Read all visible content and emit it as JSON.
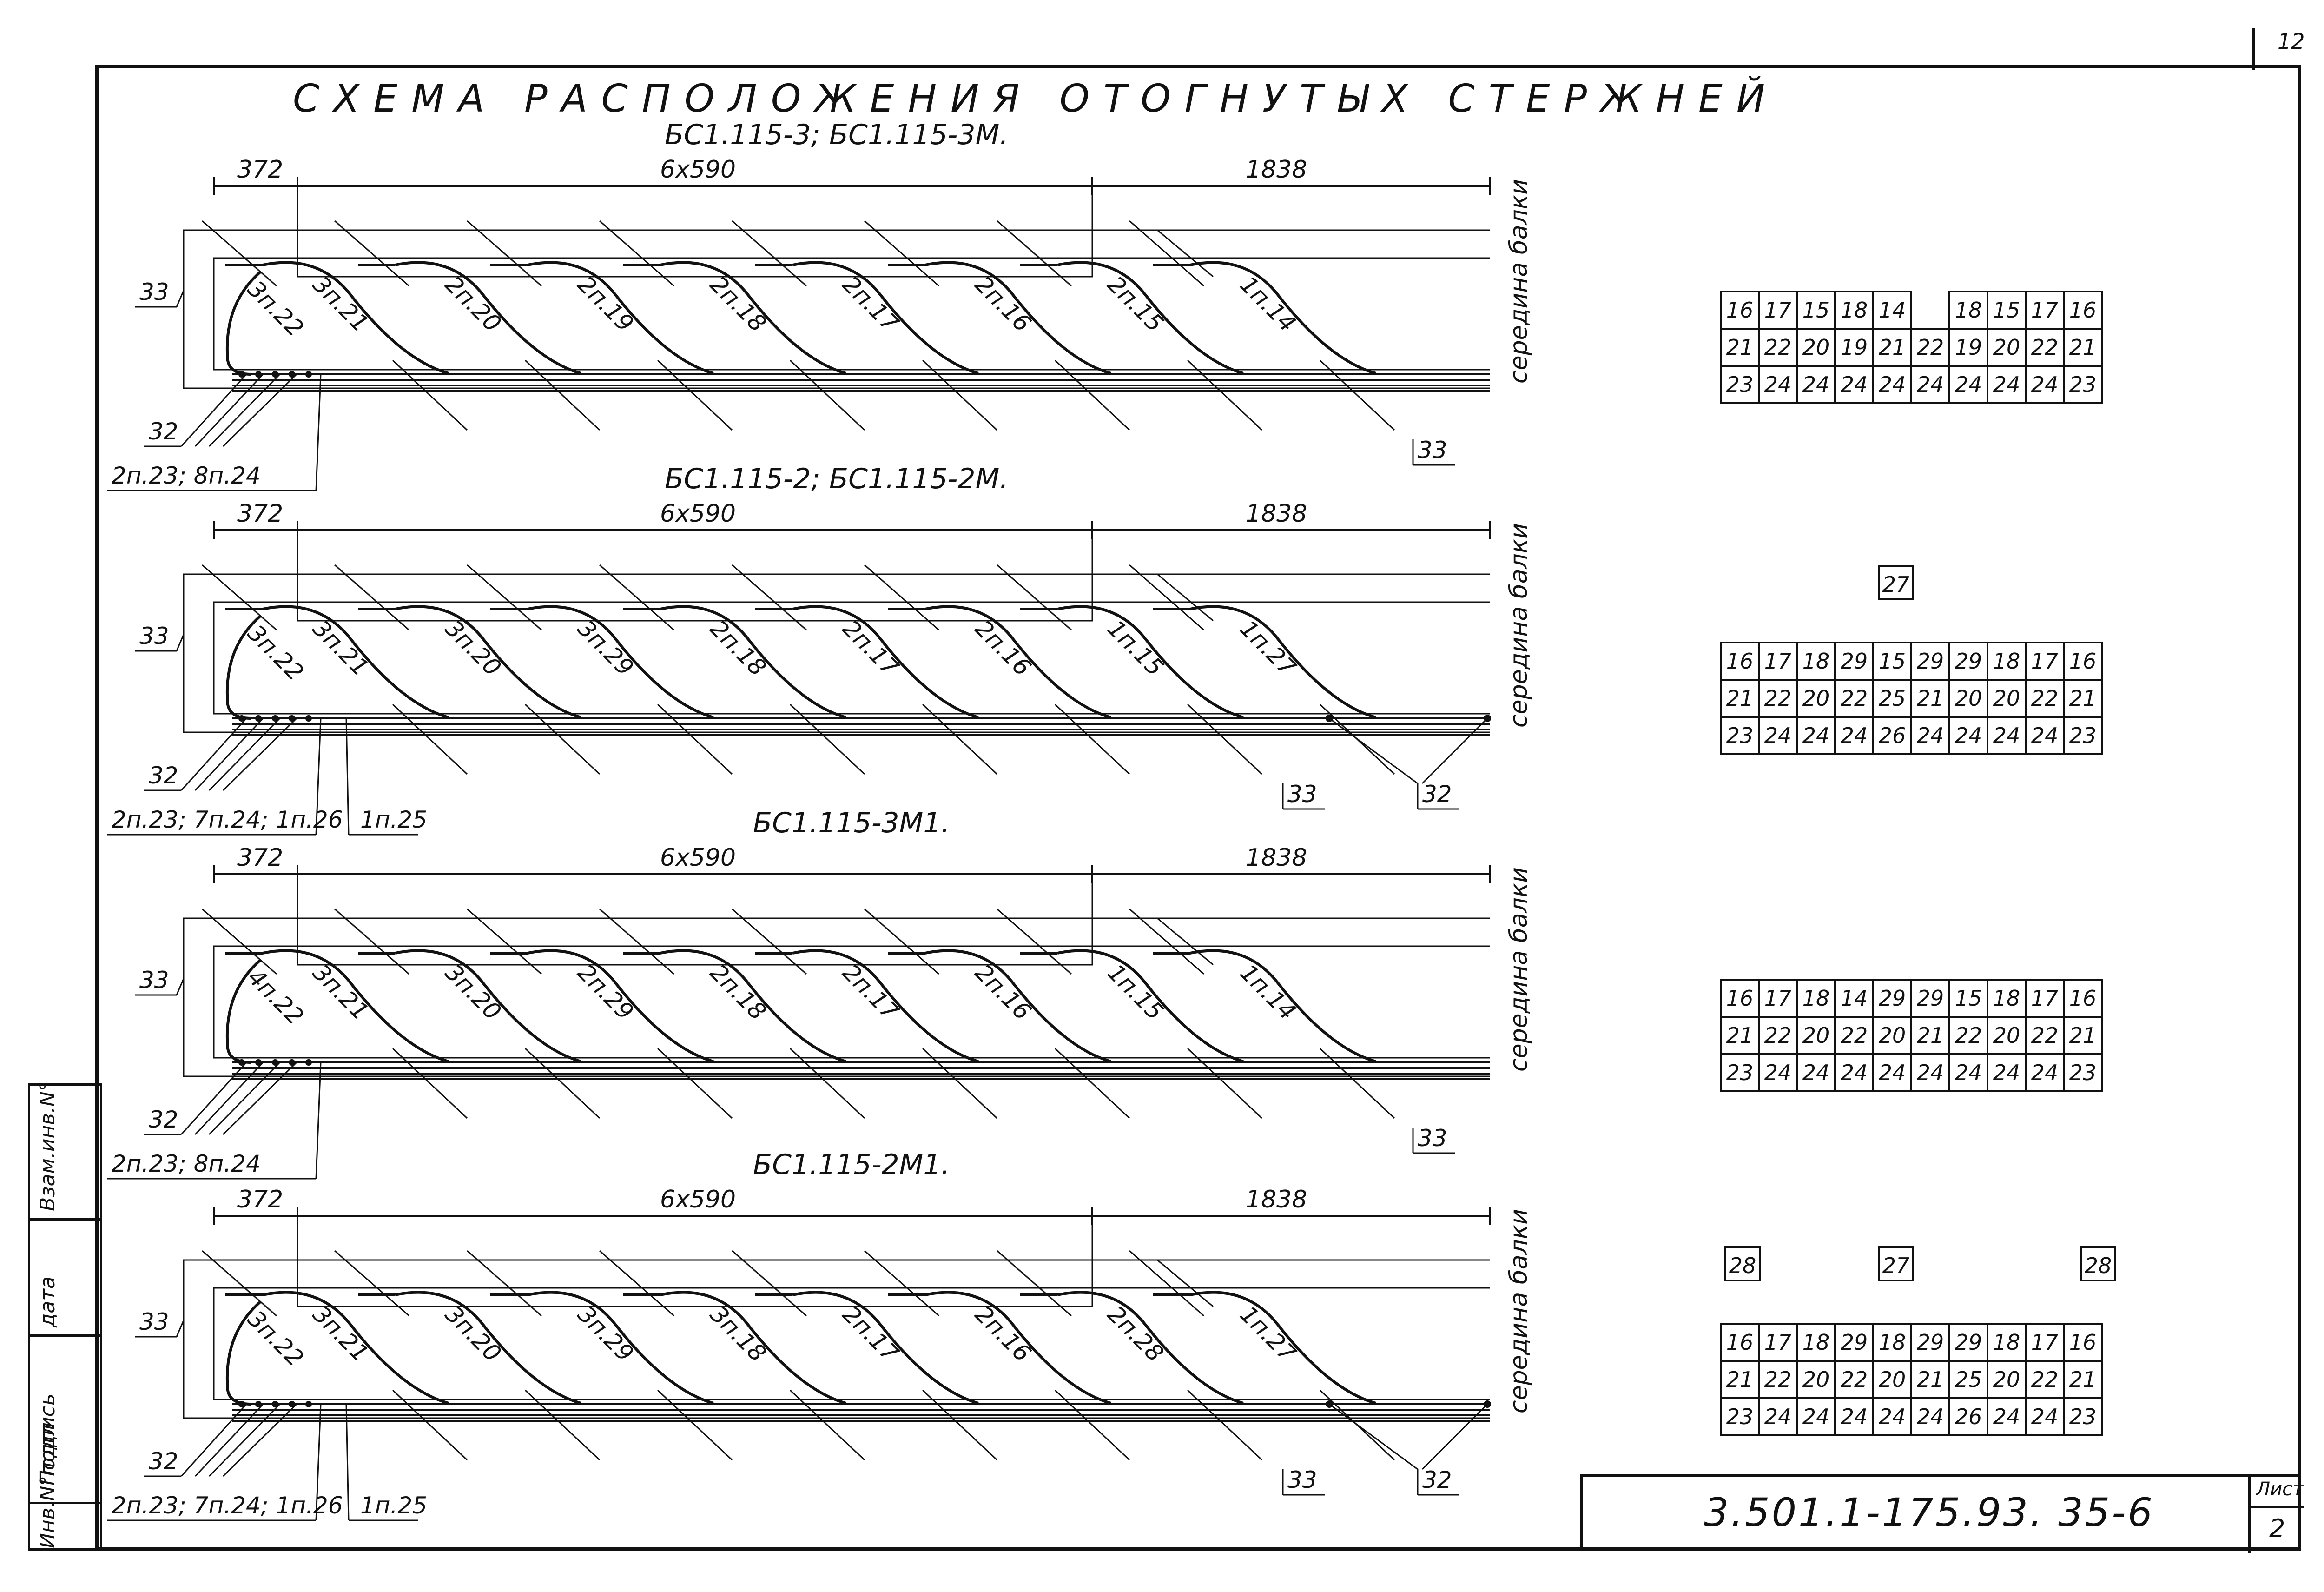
{
  "page_number": "12",
  "main_title": "СХЕМА РАСПОЛОЖЕНИЯ ОТОГНУТЫХ СТЕРЖНЕЙ",
  "vertical_label": "середина балки",
  "beams": [
    {
      "subtitle": "БС1.115-3; БС1.115-3М.",
      "dims": [
        "372",
        "6х590",
        "1838"
      ],
      "bars": [
        "3п.21",
        "2п.20",
        "2п.19",
        "2п.18",
        "2п.17",
        "2п.16",
        "2п.15",
        "1п.14"
      ],
      "left_bar": "3п.22",
      "left_mark_top": "33",
      "left_mark_bottom": "32",
      "right_marks": [
        "33"
      ],
      "callout": "2п.23; 8п.24",
      "callout_extra": ""
    },
    {
      "subtitle": "БС1.115-2; БС1.115-2М.",
      "dims": [
        "372",
        "6х590",
        "1838"
      ],
      "bars": [
        "3п.21",
        "3п.20",
        "3п.29",
        "2п.18",
        "2п.17",
        "2п.16",
        "1п.15",
        "1п.27"
      ],
      "left_bar": "3п.22",
      "left_mark_top": "33",
      "left_mark_bottom": "32",
      "right_marks": [
        "33",
        "32"
      ],
      "callout": "2п.23; 7п.24; 1п.26",
      "callout_extra": "1п.25"
    },
    {
      "subtitle": "БС1.115-3М1.",
      "dims": [
        "372",
        "6х590",
        "1838"
      ],
      "bars": [
        "3п.21",
        "3п.20",
        "2п.29",
        "2п.18",
        "2п.17",
        "2п.16",
        "1п.15",
        "1п.14"
      ],
      "left_bar": "4п.22",
      "left_mark_top": "33",
      "left_mark_bottom": "32",
      "right_marks": [
        "33"
      ],
      "callout": "2п.23; 8п.24",
      "callout_extra": ""
    },
    {
      "subtitle": "БС1.115-2М1.",
      "dims": [
        "372",
        "6х590",
        "1838"
      ],
      "bars": [
        "3п.21",
        "3п.20",
        "3п.29",
        "3п.18",
        "2п.17",
        "2п.16",
        "2п.28",
        "1п.27"
      ],
      "left_bar": "3п.22",
      "left_mark_top": "33",
      "left_mark_bottom": "32",
      "right_marks": [
        "33",
        "32"
      ],
      "callout": "2п.23; 7п.24; 1п.26",
      "callout_extra": "1п.25"
    }
  ],
  "grids": [
    {
      "boxes": [],
      "rows": [
        [
          "16",
          "17",
          "15",
          "18",
          "14",
          "",
          "18",
          "15",
          "17",
          "16"
        ],
        [
          "21",
          "22",
          "20",
          "19",
          "21",
          "22",
          "19",
          "20",
          "22",
          "21"
        ],
        [
          "23",
          "24",
          "24",
          "24",
          "24",
          "24",
          "24",
          "24",
          "24",
          "23"
        ]
      ]
    },
    {
      "boxes": [
        {
          "label": "27",
          "pos": "center"
        }
      ],
      "rows": [
        [
          "16",
          "17",
          "18",
          "29",
          "15",
          "29",
          "29",
          "18",
          "17",
          "16"
        ],
        [
          "21",
          "22",
          "20",
          "22",
          "25",
          "21",
          "20",
          "20",
          "22",
          "21"
        ],
        [
          "23",
          "24",
          "24",
          "24",
          "26",
          "24",
          "24",
          "24",
          "24",
          "23"
        ]
      ]
    },
    {
      "boxes": [],
      "rows": [
        [
          "16",
          "17",
          "18",
          "14",
          "29",
          "29",
          "15",
          "18",
          "17",
          "16"
        ],
        [
          "21",
          "22",
          "20",
          "22",
          "20",
          "21",
          "22",
          "20",
          "22",
          "21"
        ],
        [
          "23",
          "24",
          "24",
          "24",
          "24",
          "24",
          "24",
          "24",
          "24",
          "23"
        ]
      ]
    },
    {
      "boxes": [
        {
          "label": "28",
          "pos": "left"
        },
        {
          "label": "27",
          "pos": "center"
        },
        {
          "label": "28",
          "pos": "right"
        }
      ],
      "rows": [
        [
          "16",
          "17",
          "18",
          "29",
          "18",
          "29",
          "29",
          "18",
          "17",
          "16"
        ],
        [
          "21",
          "22",
          "20",
          "22",
          "20",
          "21",
          "25",
          "20",
          "22",
          "21"
        ],
        [
          "23",
          "24",
          "24",
          "24",
          "24",
          "24",
          "26",
          "24",
          "24",
          "23"
        ]
      ]
    }
  ],
  "side_strip": [
    "Взам.инв.N°",
    "дата",
    "Подпись",
    "Инв.N°подл."
  ],
  "stamp": {
    "code": "3.501.1-175.93. 35-6",
    "sheet_label": "Лист",
    "sheet_number": "2"
  }
}
